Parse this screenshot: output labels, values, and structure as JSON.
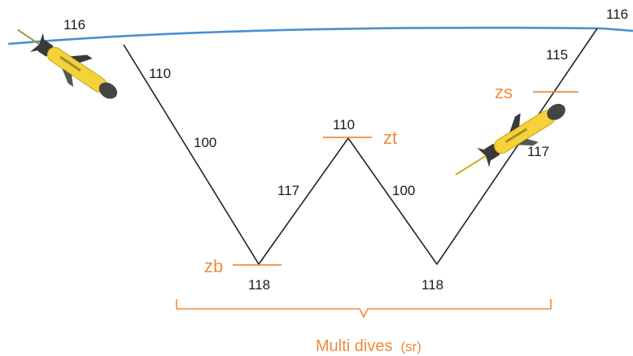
{
  "colors": {
    "surface_line": "#4a8fd4",
    "path_line": "#222222",
    "accent_orange": "#f08a3c",
    "glider_body": "#f3d23a",
    "glider_dark": "#3a3a3a"
  },
  "icons": {
    "left_glider": "underwater-glider-icon",
    "right_glider": "underwater-glider-icon"
  },
  "labels": {
    "surface_left": "116",
    "surface_right": "116",
    "descent_upper": "110",
    "descent_lower": "100",
    "bottom_left": "118",
    "ascent_first": "117",
    "top_turn": "110",
    "descent_second": "100",
    "bottom_right": "118",
    "ascent_final_upper": "115",
    "ascent_final_lower": "117"
  },
  "markers": {
    "zb": "zb",
    "zt": "zt",
    "zs": "zs"
  },
  "caption": {
    "main": "Multi dives",
    "sub": "(sr)"
  }
}
